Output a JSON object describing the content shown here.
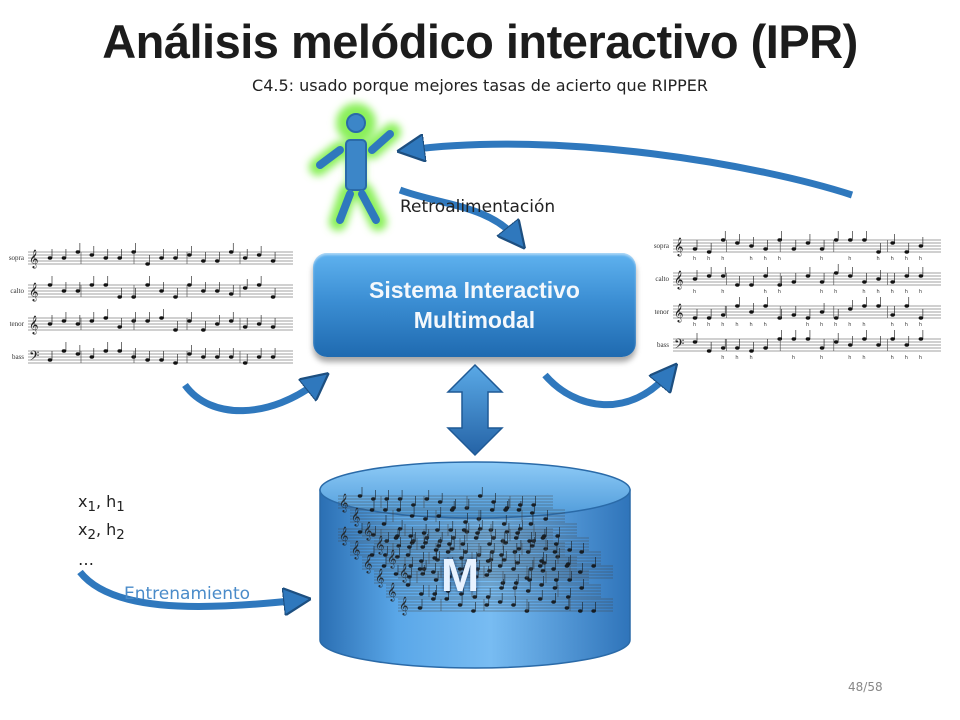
{
  "title": "Análisis melódico interactivo (IPR)",
  "subtitle": "C4.5: usado porque mejores tasas de acierto que RIPPER",
  "feedback_label": "Retroalimentación",
  "system": {
    "line1": "Sistema Interactivo",
    "line2": "Multimodal"
  },
  "model_label": "M",
  "training": {
    "pairs": [
      {
        "x": "x",
        "x_sub": "1",
        "h": "h",
        "h_sub": "1"
      },
      {
        "x": "x",
        "x_sub": "2",
        "h": "h",
        "h_sub": "2"
      }
    ],
    "ellipsis": "…",
    "label": "Entrenamiento"
  },
  "score_left_voices": [
    "sopra",
    "calto",
    "tenor",
    "bass"
  ],
  "score_right_voices": [
    "sopra",
    "calto",
    "tenor",
    "bass"
  ],
  "page_number": "48/58",
  "colors": {
    "accent_blue": "#3a8ad0",
    "arrow_blue": "#2f78bd",
    "figure_glow": "#7ee84a"
  }
}
